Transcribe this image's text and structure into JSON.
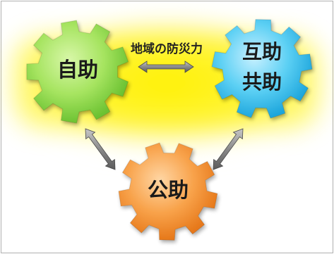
{
  "gears": {
    "self_help": {
      "label": "自助",
      "color": "#8fdc4a"
    },
    "mutual_help": {
      "line1": "互助",
      "line2": "共助",
      "color": "#38c4ec"
    },
    "public_help": {
      "label": "公助",
      "color": "#f4932e"
    }
  },
  "center_label": "地域の防災力",
  "colors": {
    "glow": "#fff200",
    "arrow": "#808080",
    "frame": "#b0b0b0"
  }
}
